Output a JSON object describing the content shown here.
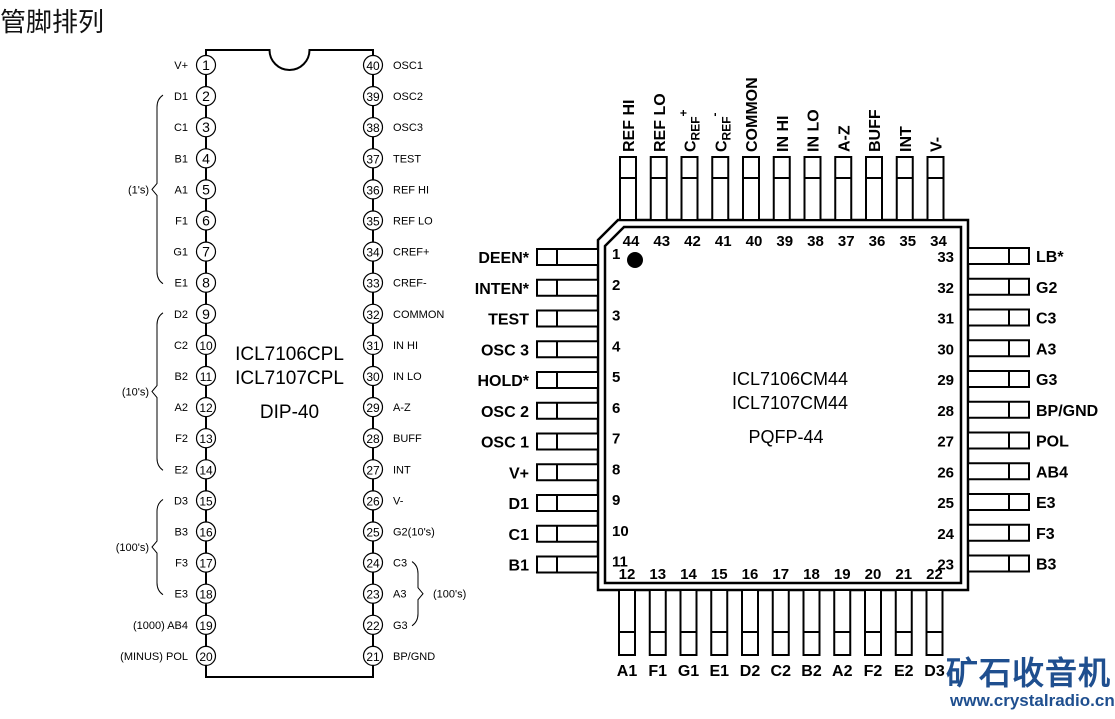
{
  "title": "管脚排列",
  "dip": {
    "part1": "ICL7106CPL",
    "part2": "ICL7107CPL",
    "package": "DIP-40",
    "left_pins": [
      {
        "num": "1",
        "label": "V+"
      },
      {
        "num": "2",
        "label": "D1"
      },
      {
        "num": "3",
        "label": "C1"
      },
      {
        "num": "4",
        "label": "B1"
      },
      {
        "num": "5",
        "label": "A1"
      },
      {
        "num": "6",
        "label": "F1"
      },
      {
        "num": "7",
        "label": "G1"
      },
      {
        "num": "8",
        "label": "E1"
      },
      {
        "num": "9",
        "label": "D2"
      },
      {
        "num": "10",
        "label": "C2"
      },
      {
        "num": "11",
        "label": "B2"
      },
      {
        "num": "12",
        "label": "A2"
      },
      {
        "num": "13",
        "label": "F2"
      },
      {
        "num": "14",
        "label": "E2"
      },
      {
        "num": "15",
        "label": "D3"
      },
      {
        "num": "16",
        "label": "B3"
      },
      {
        "num": "17",
        "label": "F3"
      },
      {
        "num": "18",
        "label": "E3"
      },
      {
        "num": "19",
        "label": "(1000) AB4"
      },
      {
        "num": "20",
        "label": "(MINUS) POL"
      }
    ],
    "right_pins": [
      {
        "num": "40",
        "label": "OSC1"
      },
      {
        "num": "39",
        "label": "OSC2"
      },
      {
        "num": "38",
        "label": "OSC3"
      },
      {
        "num": "37",
        "label": "TEST"
      },
      {
        "num": "36",
        "label": "REF HI"
      },
      {
        "num": "35",
        "label": "REF LO"
      },
      {
        "num": "34",
        "label": "CREF+"
      },
      {
        "num": "33",
        "label": "CREF-"
      },
      {
        "num": "32",
        "label": "COMMON"
      },
      {
        "num": "31",
        "label": "IN HI"
      },
      {
        "num": "30",
        "label": "IN LO"
      },
      {
        "num": "29",
        "label": "A-Z"
      },
      {
        "num": "28",
        "label": "BUFF"
      },
      {
        "num": "27",
        "label": "INT"
      },
      {
        "num": "26",
        "label": "V-"
      },
      {
        "num": "25",
        "label": "G2(10's)"
      },
      {
        "num": "24",
        "label": "C3"
      },
      {
        "num": "23",
        "label": "A3"
      },
      {
        "num": "22",
        "label": "G3"
      },
      {
        "num": "21",
        "label": "BP/GND"
      }
    ],
    "groups": [
      {
        "label": "(1's)",
        "side": "left",
        "from": 2,
        "to": 8
      },
      {
        "label": "(10's)",
        "side": "left",
        "from": 9,
        "to": 14
      },
      {
        "label": "(100's)",
        "side": "left",
        "from": 15,
        "to": 18
      },
      {
        "label": "(100's)",
        "side": "right",
        "from": 24,
        "to": 22
      }
    ]
  },
  "qfp": {
    "part1": "ICL7106CM44",
    "part2": "ICL7107CM44",
    "package": "PQFP-44",
    "left_pins": [
      {
        "num": "1",
        "label": "DEEN*"
      },
      {
        "num": "2",
        "label": "INTEN*"
      },
      {
        "num": "3",
        "label": "TEST"
      },
      {
        "num": "4",
        "label": "OSC 3"
      },
      {
        "num": "5",
        "label": "HOLD*"
      },
      {
        "num": "6",
        "label": "OSC 2"
      },
      {
        "num": "7",
        "label": "OSC 1"
      },
      {
        "num": "8",
        "label": "V+"
      },
      {
        "num": "9",
        "label": "D1"
      },
      {
        "num": "10",
        "label": "C1"
      },
      {
        "num": "11",
        "label": "B1"
      }
    ],
    "bottom_pins": [
      {
        "num": "12",
        "label": "A1"
      },
      {
        "num": "13",
        "label": "F1"
      },
      {
        "num": "14",
        "label": "G1"
      },
      {
        "num": "15",
        "label": "E1"
      },
      {
        "num": "16",
        "label": "D2"
      },
      {
        "num": "17",
        "label": "C2"
      },
      {
        "num": "18",
        "label": "B2"
      },
      {
        "num": "19",
        "label": "A2"
      },
      {
        "num": "20",
        "label": "F2"
      },
      {
        "num": "21",
        "label": "E2"
      },
      {
        "num": "22",
        "label": "D3"
      }
    ],
    "right_pins": [
      {
        "num": "33",
        "label": "LB*"
      },
      {
        "num": "32",
        "label": "G2"
      },
      {
        "num": "31",
        "label": "C3"
      },
      {
        "num": "30",
        "label": "A3"
      },
      {
        "num": "29",
        "label": "G3"
      },
      {
        "num": "28",
        "label": "BP/GND"
      },
      {
        "num": "27",
        "label": "POL"
      },
      {
        "num": "26",
        "label": "AB4"
      },
      {
        "num": "25",
        "label": "E3"
      },
      {
        "num": "24",
        "label": "F3"
      },
      {
        "num": "23",
        "label": "B3"
      }
    ],
    "top_pins": [
      {
        "num": "44",
        "label": "REF HI"
      },
      {
        "num": "43",
        "label": "REF LO"
      },
      {
        "num": "42",
        "label": "CREF+",
        "sub": "REF",
        "main": "C",
        "sup": "+"
      },
      {
        "num": "41",
        "label": "CREF-",
        "sub": "REF",
        "main": "C",
        "sup": "-"
      },
      {
        "num": "40",
        "label": "COMMON"
      },
      {
        "num": "39",
        "label": "IN HI"
      },
      {
        "num": "38",
        "label": "IN LO"
      },
      {
        "num": "37",
        "label": "A-Z"
      },
      {
        "num": "36",
        "label": "BUFF"
      },
      {
        "num": "35",
        "label": "INT"
      },
      {
        "num": "34",
        "label": "V-"
      }
    ]
  },
  "watermark": {
    "name": "矿石收音机",
    "url": "www.crystalradio.cn",
    "color": "#1f4f8f"
  }
}
